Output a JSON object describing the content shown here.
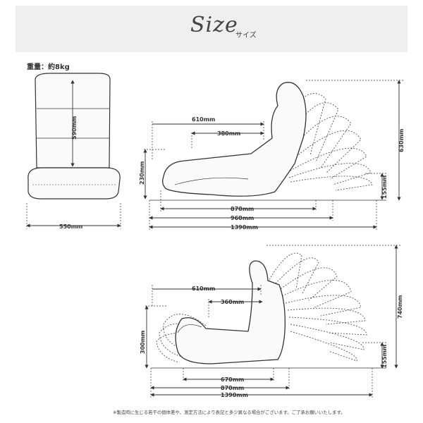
{
  "header": {
    "title": "Size",
    "subtitle": "サイズ"
  },
  "weight_label": "重量：約8kg",
  "dimensions": {
    "front_height": "590mm",
    "front_width": "550mm",
    "side_top_610": "610mm",
    "side_top_380": "380mm",
    "side_top_230": "230mm",
    "side_top_630": "630mm",
    "side_top_155": "155mm",
    "side_top_870": "870mm",
    "side_top_960": "960mm",
    "side_top_1390": "1390mm",
    "side_bottom_610": "610mm",
    "side_bottom_360": "360mm",
    "side_bottom_300": "300mm",
    "side_bottom_740": "740mm",
    "side_bottom_155": "155mm",
    "side_bottom_670": "670mm",
    "side_bottom_870": "870mm",
    "side_bottom_1390": "1390mm"
  },
  "footnote": "※製造時に生じる若干の個体差や、測定方法により表記と多少異なる場合がございます。ご了承お願いいたします。"
}
